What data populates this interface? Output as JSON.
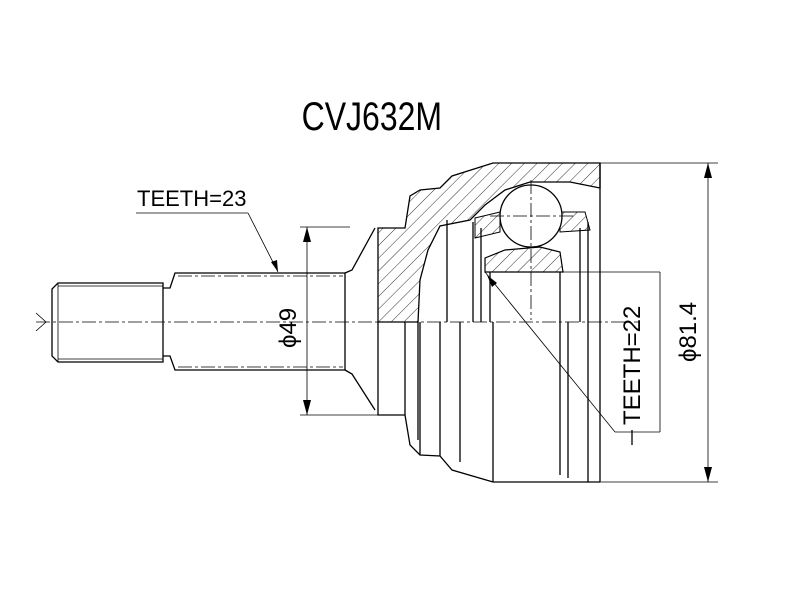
{
  "title": "CVJ632M",
  "labels": {
    "outer_teeth": "TEETH=23",
    "inner_teeth": "TEETH=22",
    "shaft_diameter": "ϕ49",
    "outer_diameter": "ϕ81.4"
  },
  "colors": {
    "line": "#000000",
    "background": "#ffffff"
  }
}
